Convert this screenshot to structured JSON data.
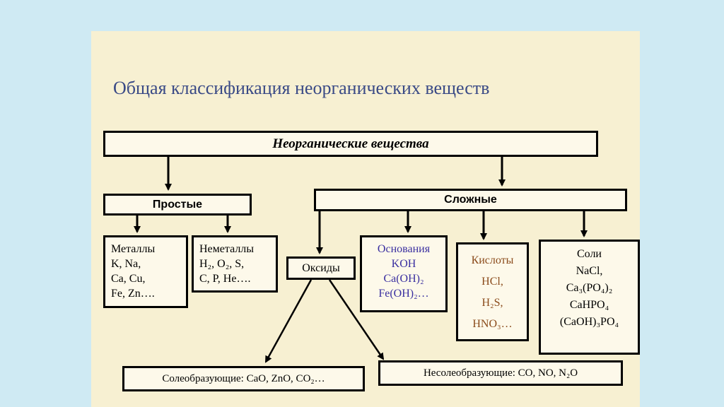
{
  "title": "Общая классификация неорганических веществ",
  "root": "Неорганические вещества",
  "simple": {
    "label": "Простые",
    "metals": [
      "Металлы",
      "K, Na,",
      "Ca, Cu,",
      "Fe, Zn…."
    ],
    "nonmetals": [
      "Неметаллы",
      "H₂, O₂, S,",
      "C, P, He…."
    ]
  },
  "complex": {
    "label": "Сложные",
    "oxides": "Оксиды",
    "bases": [
      "Основания",
      "KOH",
      "Ca(OH)₂",
      "Fe(OH)₂…"
    ],
    "acids": [
      "Кислоты",
      "HCl,",
      "H₂S,",
      "HNO₃…"
    ],
    "salts": [
      "Соли",
      "NaCl,",
      "Ca₃(PO₄)₂",
      "CaHPO₄",
      "(CaOH)₃PO₄"
    ]
  },
  "oxide_types": {
    "salt_forming": "Солеобразующие: CaO, ZnO, CO₂…",
    "non_salt_forming": "Несолеобразующие: CO, NO, N₂O"
  },
  "colors": {
    "background": "#cfeaf3",
    "slide": "#f7f0d2",
    "title": "#3a4a86",
    "bases": "#3a2fa0",
    "acids": "#8a4a1a"
  }
}
